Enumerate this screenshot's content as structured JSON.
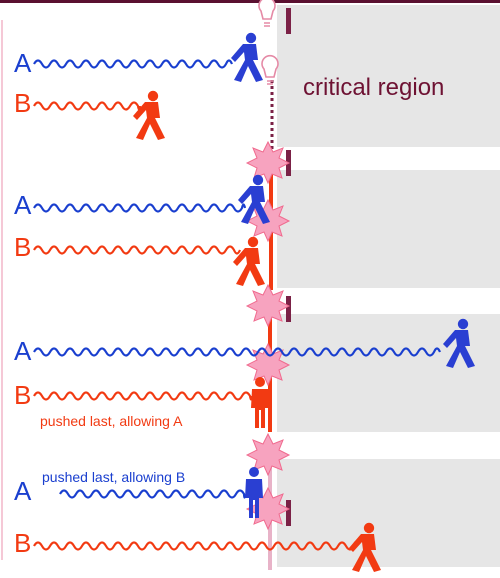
{
  "labels": {
    "critical_region": "critical region",
    "thread_a": "A",
    "thread_b": "B",
    "note_pushed_a": "pushed last, allowing A",
    "note_pushed_b": "pushed last, allowing B"
  },
  "colors": {
    "thread_a": "#1a3fcf",
    "thread_b": "#f23a12",
    "critical_region_text": "#6e1233",
    "region_fill": "#e6e6e6",
    "frame_bar": "#7b2146",
    "barrier": "#f23a12",
    "barrier_faded": "#e8b3c8",
    "flash": "#f7a3bf",
    "bulb_outline": "#e58aa6"
  },
  "icons": [
    "walker-icon",
    "standing-person-icon",
    "lightbulb-icon",
    "flash-burst-icon"
  ]
}
